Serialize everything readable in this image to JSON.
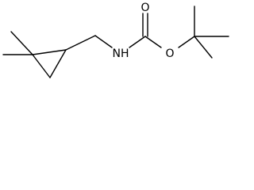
{
  "molecule": {
    "atoms": {
      "nh": "NH",
      "carbonyl_o": "O",
      "ester_o": "O"
    }
  }
}
